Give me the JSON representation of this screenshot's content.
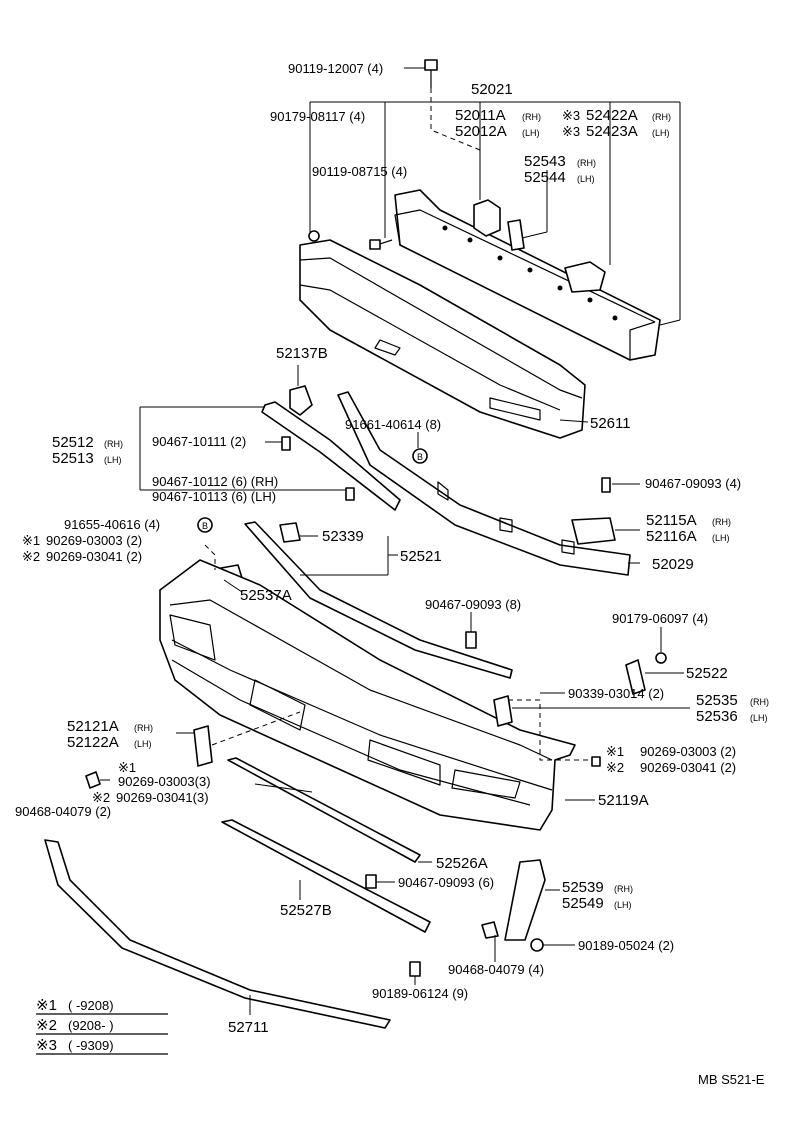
{
  "labels": {
    "p52021": "52021",
    "p52011": "52011A",
    "p52011s": "(RH)",
    "p52012": "52012A",
    "p52012s": "(LH)",
    "p52422": "52422A",
    "p52422s": "(RH)",
    "p52423": "52423A",
    "p52423s": "(LH)",
    "p52543": "52543",
    "p52543s": "(RH)",
    "p52544": "52544",
    "p52544s": "(LH)",
    "p9011912007": "90119-12007 (4)",
    "p9017908117": "90179-08117 (4)",
    "p9011908715": "90119-08715 (4)",
    "p52137B": "52137B",
    "p52611": "52611",
    "p52512": "52512",
    "p52512s": "(RH)",
    "p52513": "52513",
    "p52513s": "(LH)",
    "p9046710111": "90467-10111 (2)",
    "p9166140614": "91661-40614 (8)",
    "p9046710112": "90467-10112 (6) (RH)",
    "p9046710113": "90467-10113 (6) (LH)",
    "p9046709093a": "90467-09093 (4)",
    "p52115": "52115A",
    "p52115s": "(RH)",
    "p52116": "52116A",
    "p52116s": "(LH)",
    "p9165540616": "91655-40616 (4)",
    "p9026903003a": "90269-03003 (2)",
    "p9026903041a": "90269-03041 (2)",
    "p52339": "52339",
    "p52521": "52521",
    "p52029": "52029",
    "p52537A": "52537A",
    "p9046709093b": "90467-09093 (8)",
    "p9017906097": "90179-06097 (4)",
    "p52522": "52522",
    "p9033903014": "90339-03014 (2)",
    "p52535": "52535",
    "p52535s": "(RH)",
    "p52536": "52536",
    "p52536s": "(LH)",
    "p52121": "52121A",
    "p52121s": "(RH)",
    "p52122": "52122A",
    "p52122s": "(LH)",
    "p9026903003b": "90269-03003(3)",
    "p9026903041b": "90269-03041(3)",
    "p9026903003c": "90269-03003 (2)",
    "p9026903041c": "90269-03041 (2)",
    "p9046804079a": "90468-04079 (2)",
    "p52119A": "52119A",
    "p52526A": "52526A",
    "p9046709093c": "90467-09093 (6)",
    "p52527B": "52527B",
    "p52539": "52539",
    "p52539s": "(RH)",
    "p52549": "52549",
    "p52549s": "(LH)",
    "p9046804079b": "90468-04079 (4)",
    "p9018905024": "90189-05024 (2)",
    "p9018906124": "90189-06124 (9)",
    "p52711": "52711",
    "markB": "B",
    "star1": "※1",
    "star2": "※2",
    "star3": "※3"
  },
  "legend": [
    {
      "mark": "※1",
      "range": "(      -9208)"
    },
    {
      "mark": "※2",
      "range": "(9208-        )"
    },
    {
      "mark": "※3",
      "range": "(      -9309)"
    }
  ],
  "footer": {
    "code": "MB S521-E"
  }
}
